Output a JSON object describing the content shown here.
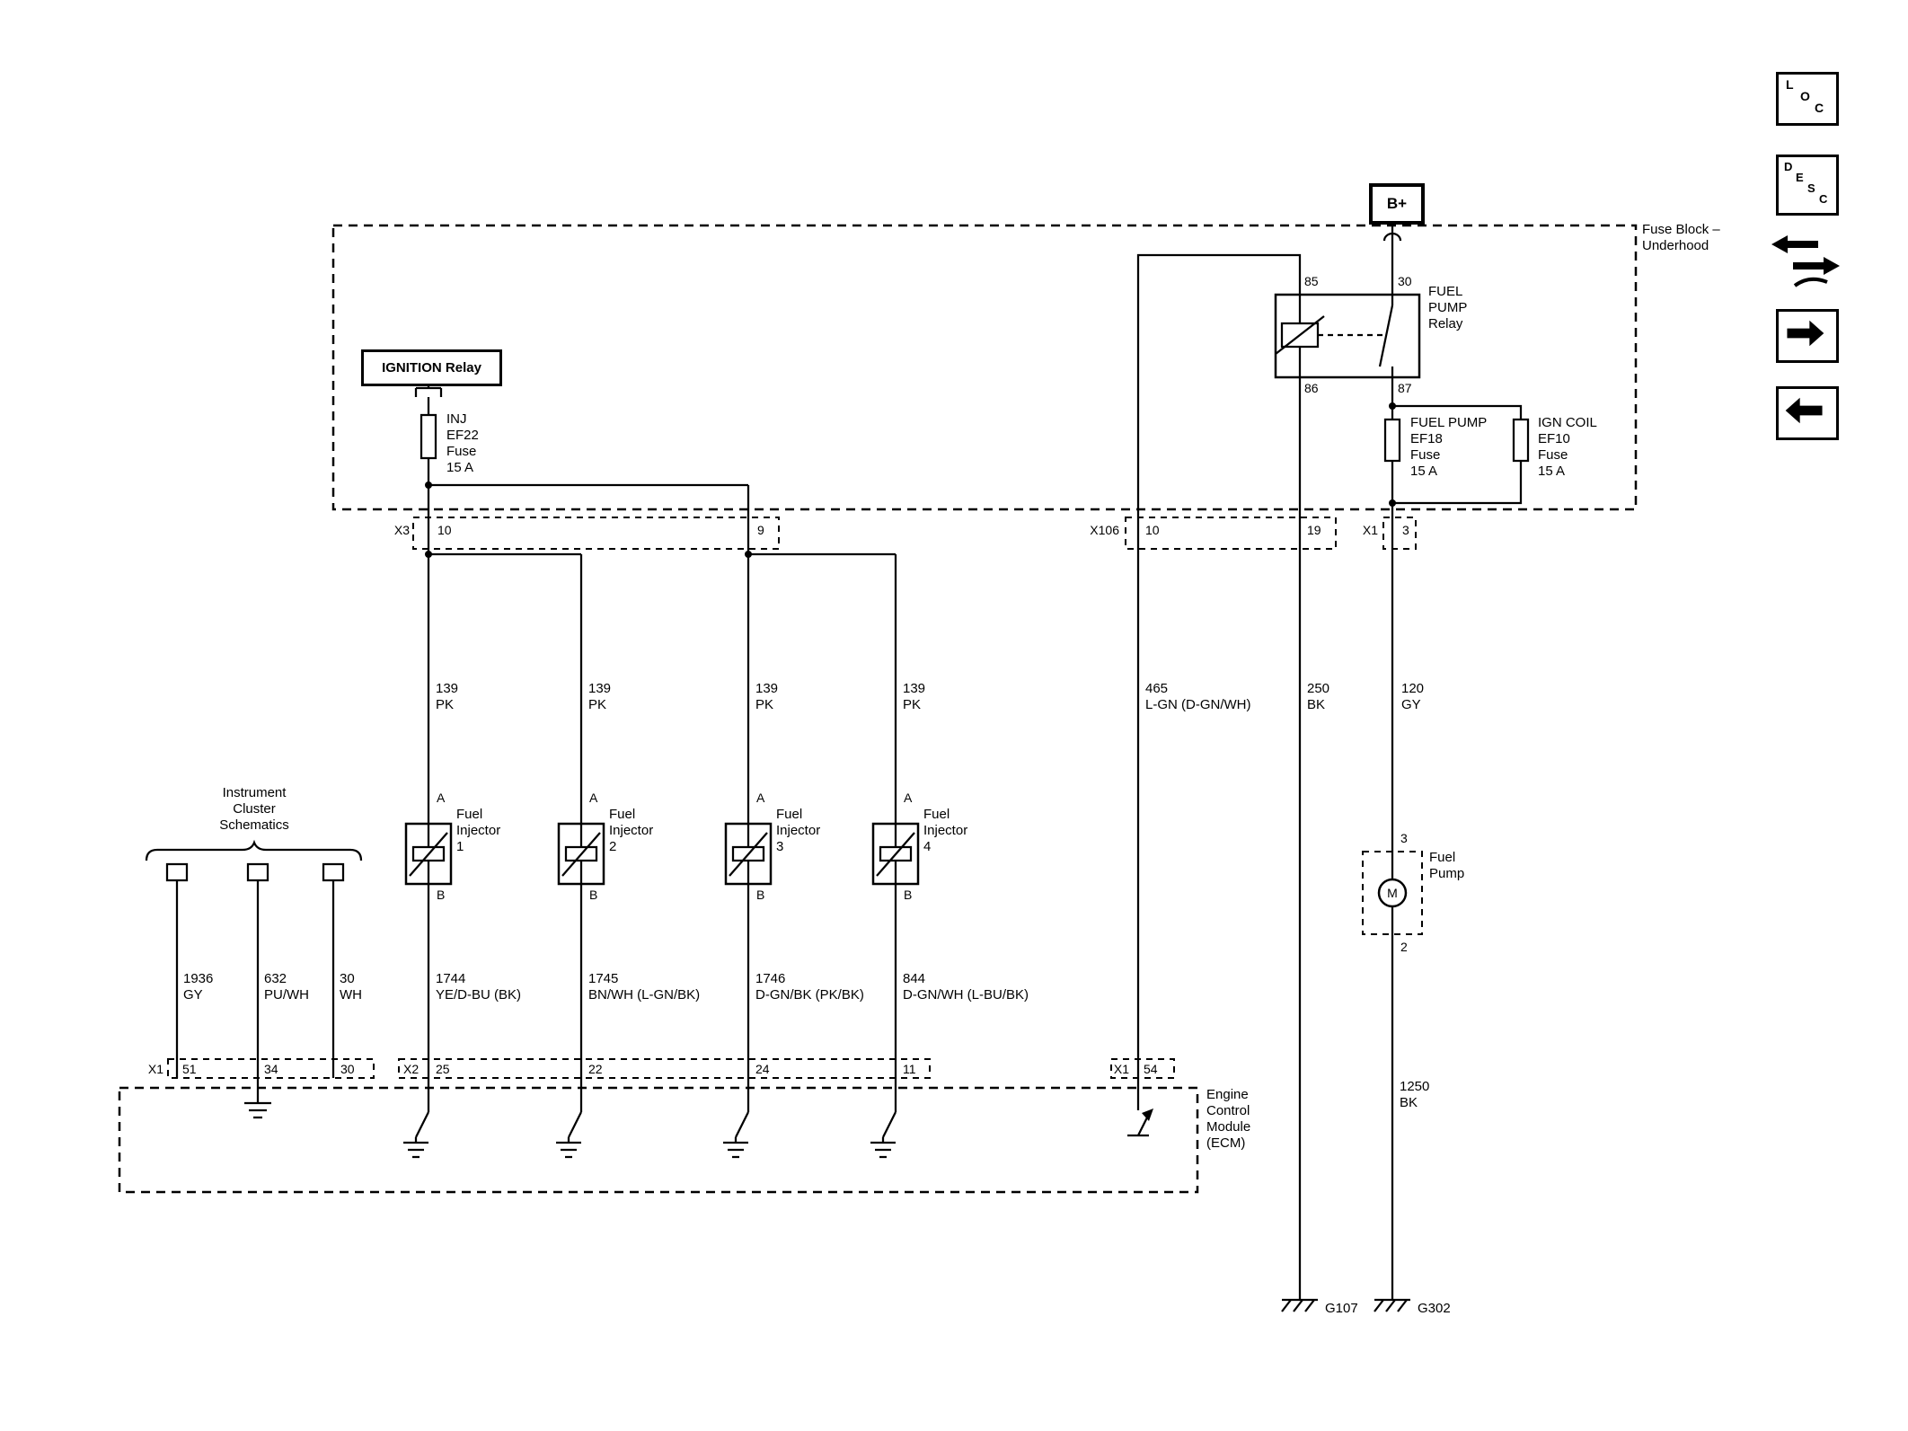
{
  "nav": {
    "loc": [
      "L",
      "O",
      "C"
    ],
    "desc": [
      "D",
      "E",
      "S",
      "C"
    ]
  },
  "power": {
    "battery": "B+",
    "fuse_block": "Fuse Block –\nUnderhood",
    "ignition_relay": "IGNITION Relay",
    "inj_fuse": "INJ\nEF22\nFuse\n15 A",
    "relay_name": "FUEL\nPUMP\nRelay",
    "relay_pins": {
      "p85": "85",
      "p30": "30",
      "p86": "86",
      "p87": "87"
    },
    "fuel_pump_fuse": "FUEL PUMP\nEF18\nFuse\n15 A",
    "ign_coil_fuse": "IGN COIL\nEF10\nFuse\n15 A"
  },
  "connectors": {
    "x3": "X3",
    "x3_pin": "10",
    "pin9": "9",
    "x106": "X106",
    "x106_pin": "10",
    "pin19": "19",
    "x1": "X1",
    "x1_pin": "3"
  },
  "wires": {
    "feed1": "139\nPK",
    "feed2": "139\nPK",
    "feed3": "139\nPK",
    "feed4": "139\nPK",
    "relay_control": "465\nL-GN (D-GN/WH)",
    "relay_ground": "250\nBK",
    "pump_feed": "120\nGY",
    "inj1": "1744\nYE/D-BU (BK)",
    "inj2": "1745\nBN/WH (L-GN/BK)",
    "inj3": "1746\nD-GN/BK (PK/BK)",
    "inj4": "844\nD-GN/WH (L-BU/BK)",
    "cl1": "1936\nGY",
    "cl2": "632\nPU/WH",
    "cl3": "30\nWH",
    "pump_ground": "1250\nBK"
  },
  "cluster": {
    "label": "Instrument\nCluster\nSchematics"
  },
  "injectors": [
    {
      "name": "Fuel\nInjector\n1",
      "a": "A",
      "b": "B"
    },
    {
      "name": "Fuel\nInjector\n2",
      "a": "A",
      "b": "B"
    },
    {
      "name": "Fuel\nInjector\n3",
      "a": "A",
      "b": "B"
    },
    {
      "name": "Fuel\nInjector\n4",
      "a": "A",
      "b": "B"
    }
  ],
  "fuel_pump": {
    "name": "Fuel\nPump",
    "pin_top": "3",
    "pin_bottom": "2",
    "motor": "M"
  },
  "ecm": {
    "name": "Engine\nControl\nModule\n(ECM)",
    "x1a": "X1",
    "p51": "51",
    "p34": "34",
    "p30": "30",
    "x2": "X2",
    "p25": "25",
    "p22": "22",
    "p24": "24",
    "p11": "11",
    "x1b": "X1",
    "p54": "54"
  },
  "grounds": {
    "g107": "G107",
    "g302": "G302"
  }
}
